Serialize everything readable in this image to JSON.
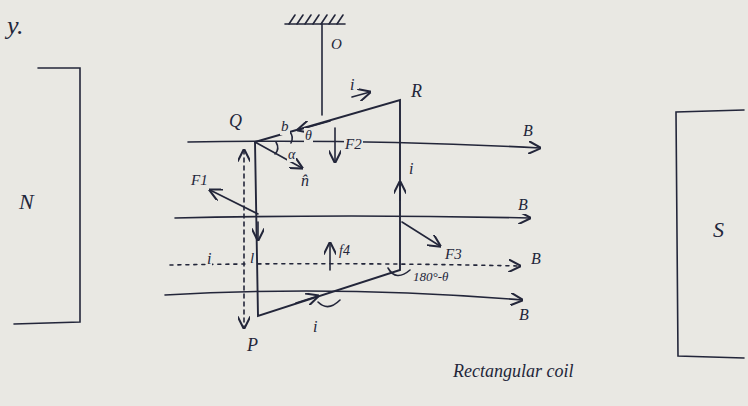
{
  "diagram": {
    "labels": [
      "y.",
      "O",
      "N",
      "Q",
      "b",
      "θ",
      "i",
      "R",
      "F2",
      "B",
      "α",
      "n̂",
      "F1",
      "B",
      "i",
      "F3",
      "i",
      "l",
      "f4",
      "B",
      "180°-θ",
      "B",
      "P",
      "i",
      "S",
      "Rectangular coil"
    ]
  }
}
